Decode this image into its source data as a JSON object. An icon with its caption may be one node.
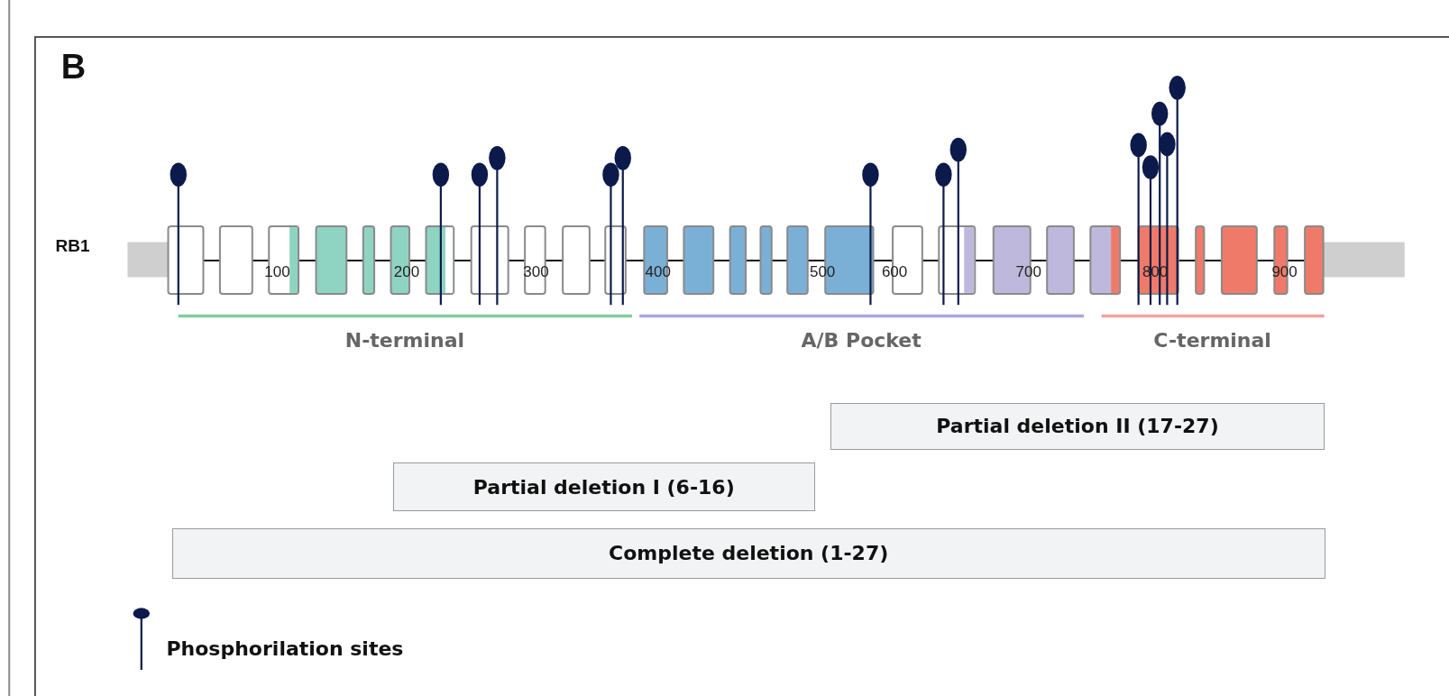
{
  "diagram": {
    "nodes": [
      {
        "text": [
          "Partial deletion II (17-27)"
        ]
      },
      {
        "text": [
          "Partial deletion I (6-16)"
        ]
      },
      {
        "text": [
          "Complete deletion (1-27)"
        ]
      }
    ],
    "edges": [],
    "labels": [
      "B",
      "RB1",
      "100",
      "200",
      "300",
      "400",
      "500",
      "600",
      "700",
      "800",
      "900",
      "N-terminal",
      "A/B Pocket",
      "C-terminal"
    ],
    "legend": [
      {
        "text": "Phosphorilation sites"
      }
    ]
  }
}
